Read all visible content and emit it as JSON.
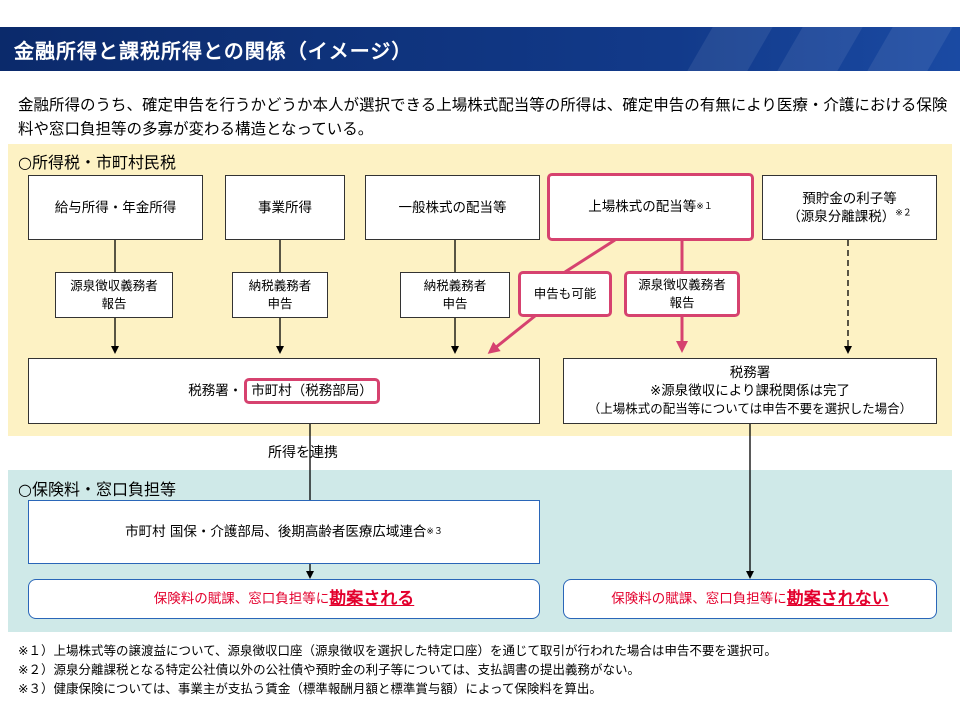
{
  "title": "金融所得と課税所得との関係（イメージ）",
  "intro": "金融所得のうち、確定申告を行うかどうか本人が選択できる上場株式配当等の所得は、確定申告の有無により医療・介護における保険料や窓口負担等の多寡が変わる構造となっている。",
  "tax_section": {
    "label": "○所得税・市町村民税",
    "income_boxes": [
      {
        "label": "給与所得・年金所得",
        "note": ""
      },
      {
        "label": "事業所得",
        "note": ""
      },
      {
        "label": "一般株式の配当等",
        "note": ""
      },
      {
        "label": "上場株式の配当等",
        "note": "※１"
      },
      {
        "label": "預貯金の利子等",
        "label2": "（源泉分離課税）",
        "note": "※２"
      }
    ],
    "obligation_boxes": [
      {
        "line1": "源泉徴収義務者",
        "line2": "報告"
      },
      {
        "line1": "納税義務者",
        "line2": "申告"
      },
      {
        "line1": "納税義務者",
        "line2": "申告"
      },
      {
        "line1": "申告も可能",
        "line2": ""
      },
      {
        "line1": "源泉徴収義務者",
        "line2": "報告"
      }
    ],
    "tax_office_left": {
      "prefix": "税務署・",
      "highlight": "市町村（税務部局）"
    },
    "tax_office_right": {
      "line1": "税務署",
      "line2": "※源泉徴収により課税関係は完了",
      "line3": "（上場株式の配当等については申告不要を選択した場合）"
    },
    "link_label": "所得を連携"
  },
  "insurance_section": {
    "label": "○保険料・窓口負担等",
    "municipality_box": "市町村 国保・介護部局、後期高齢者医療広域連合",
    "municipality_note": "※３",
    "result_left": {
      "prefix": "保険料の賦課、窓口負担等に",
      "emphasis": "勘案される"
    },
    "result_right": {
      "prefix": "保険料の賦課、窓口負担等に",
      "emphasis": "勘案されない"
    }
  },
  "footnotes": [
    "※１）上場株式等の譲渡益について、源泉徴収口座（源泉徴収を選択した特定口座）を通じて取引が行われた場合は申告不要を選択可。",
    "※２）源泉分離課税となる特定公社債以外の公社債や預貯金の利子等については、支払調書の提出義務がない。",
    "※３）健康保険については、事業主が支払う賃金（標準報酬月額と標準賞与額）によって保険料を算出。"
  ],
  "colors": {
    "title_bg": "#0b2a6b",
    "yellow_zone": "#fdf2c4",
    "teal_zone": "#cfe9e8",
    "pink_border": "#d6426f",
    "emphasis_red": "#e3002d",
    "blue_border": "#2a66b8"
  }
}
